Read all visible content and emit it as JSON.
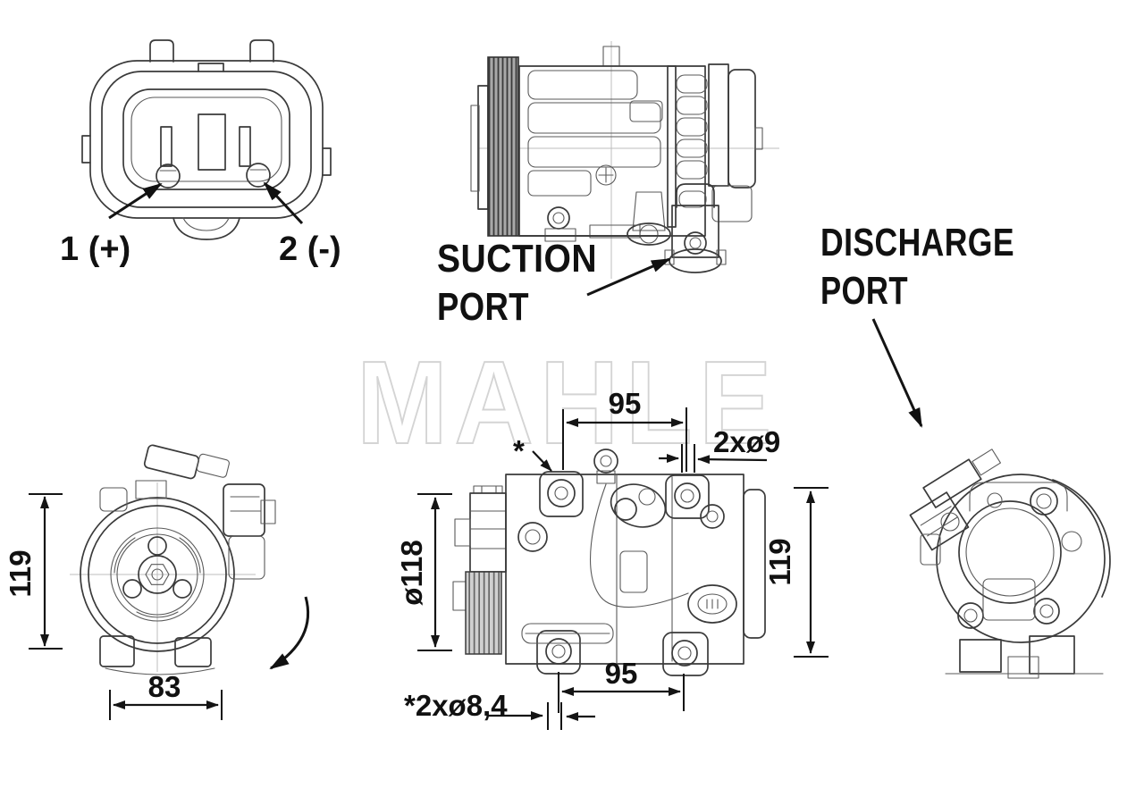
{
  "watermark": {
    "text": "MAHLE"
  },
  "connector_view": {
    "pin1_label": "1 (+)",
    "pin2_label": "2 (-)"
  },
  "labels": {
    "suction_line1": "SUCTION",
    "suction_line2": "PORT",
    "discharge_line1": "DISCHARGE",
    "discharge_line2": "PORT"
  },
  "front_view": {
    "height": "119",
    "width": "83"
  },
  "side_view": {
    "mount_span_top": "95",
    "mount_holes_top": "2xø9",
    "footnote_marker": "*",
    "pulley_diameter": "ø118",
    "body_height": "119",
    "mount_span_bottom": "95",
    "mount_holes_bottom": "*2xø8,4"
  },
  "colors": {
    "background": "#ffffff",
    "line": "#3a3a3a",
    "dimension": "#141414",
    "watermark": "#d4d4d4"
  }
}
